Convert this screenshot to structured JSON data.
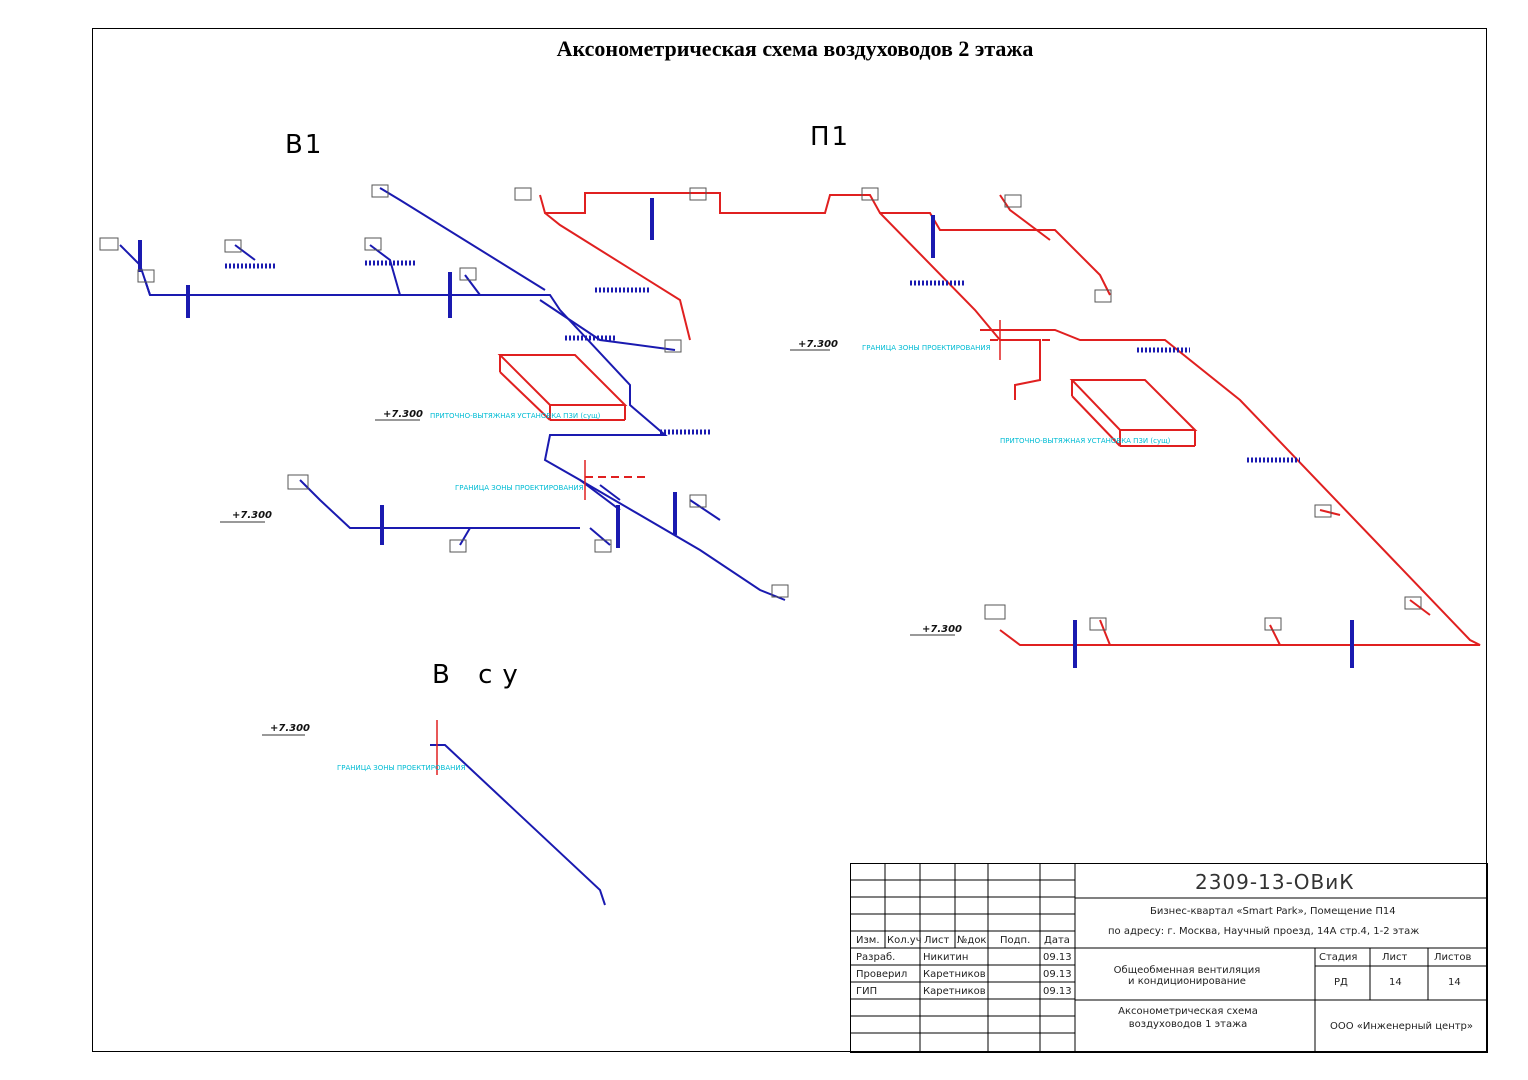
{
  "title": "Аксонометрическая схема воздуховодов 2 этажа",
  "systems": {
    "v1": "В1",
    "p1": "П1",
    "vsu": "В су"
  },
  "colors": {
    "supply": "#e02020",
    "exhaust": "#1a1ab0",
    "annotation": "#00bcd4",
    "frame": "#000000"
  },
  "elevation": "+7.300",
  "labels": {
    "unit_v1": "ПРИТОЧНО-ВЫТЯЖНАЯ УСТАНОВКА П3И (сущ)",
    "unit_p1": "ПРИТОЧНО-ВЫТЯЖНАЯ УСТАНОВКА П3И (сущ)",
    "zone_border": "ГРАНИЦА ЗОНЫ ПРОЕКТИРОВАНИЯ"
  },
  "titleblock": {
    "code": "2309-13-ОВиК",
    "object_line1": "Бизнес-квартал «Smart Park», Помещение П14",
    "object_line2": "по адресу: г. Москва, Научный проезд, 14А стр.4, 1-2 этаж",
    "headers": [
      "Изм.",
      "Кол.уч",
      "Лист",
      "№док",
      "Подп.",
      "Дата"
    ],
    "rows": [
      {
        "role": "Разраб.",
        "name": "Никитин",
        "date": "09.13"
      },
      {
        "role": "Проверил",
        "name": "Каретников",
        "date": "09.13"
      },
      {
        "role": "ГИП",
        "name": "Каретников",
        "date": "09.13"
      }
    ],
    "section_title": "Общеобменная вентиляция и кондиционирование",
    "drawing_title": "Аксонометрическая схема воздуховодов 1 этажа",
    "stage_label": "Стадия",
    "sheet_label": "Лист",
    "sheets_label": "Листов",
    "stage": "РД",
    "sheet": "14",
    "sheets": "14",
    "company": "ООО «Инженерный центр»"
  }
}
